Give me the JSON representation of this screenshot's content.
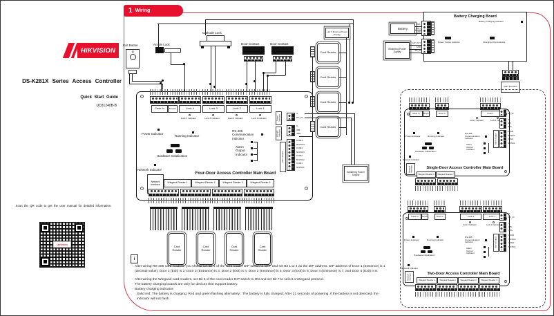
{
  "colors": {
    "accent_red": "#e8112d",
    "border_red": "#d04050"
  },
  "cover": {
    "brand": "HIKVISION",
    "title": "DS-K281X Series Access Controller",
    "subtitle": "Quick Start Guide",
    "doc_code": "UD31240B-B",
    "qr_caption": "Scan the QR code to get the user manual for detailed information."
  },
  "section": {
    "number": "1",
    "title": "Wiring"
  },
  "devices": {
    "exit_button": "Exit Button",
    "anode_lock": "Anode Lock",
    "cathode_lock": "Cathode Lock",
    "door_contact": "Door Contact",
    "ext_power_supply": "+12 V External Power Supply",
    "card_reader": "Card Reader",
    "switching_power_supply": "Switching Power Supply",
    "battery": "Battery",
    "main_interface": "Main Interface"
  },
  "blocks": {
    "case_in": "Case In",
    "tamper": "Tamper",
    "door_in": "Door In",
    "lock1": "Lock 1",
    "lock2": "Lock 2",
    "lock3": "Lock 3",
    "lock4": "Lock 4"
  },
  "board": {
    "power": "Power Indicator",
    "running": "Running Indicator",
    "hw": "Hardware Initialization",
    "rs485": "RS-485 Communication Indicator",
    "alarm": "Alarm Output Indicator",
    "network": "Network Indicator",
    "net_if": "Network Interface",
    "alarm_out": "Alarm Output",
    "rs485_if": "RS-485 Interface",
    "power_if": "Power Interface"
  },
  "four_door": {
    "title": "Four-Door Access Controller Main Board",
    "lock_indicators": [
      "Lock 4 Indicator",
      "Lock 3 Indicator",
      "Lock 2 Indicator",
      "Lock 1 Indicator"
    ]
  },
  "single_door": {
    "title": "Single-Door Access Controller Main Board"
  },
  "two_door": {
    "title": "Two-Door Access Controller Main Board"
  },
  "lock_ind_2": [
    "Lock 2 Indicator",
    "Lock 1 Indicator"
  ],
  "wiegand": [
    "Wiegand Reader 1",
    "Wiegand Reader 2",
    "Wiegand Reader 3",
    "Wiegand Reader 4"
  ],
  "battery_board": {
    "title": "Battery Charging Board",
    "charging_indicator": "Battery Charging Indicator",
    "power_output_indicator": "Power Output Indicator",
    "chip_indicator": "Charging Chip Indicator"
  },
  "pins": {
    "g": "G",
    "dc_in": "DC_IN",
    "n485": "485-",
    "p485": "485+",
    "com4": "COM4",
    "nonc4": "NO/NC4",
    "com3": "COM3",
    "nonc3": "NO/NC3",
    "com2": "COM2",
    "nonc2": "NO/NC2",
    "com1": "COM1",
    "nonc1": "NO/NC1",
    "batn": "BAT-",
    "batp": "BAT+",
    "gnd": "GND",
    "v12out": "12V_OUT"
  },
  "notes": {
    "items": [
      "After wiring RS-485 card readers, you should set Bit 6 of the card reader DIP switch to OFF and set Bit 1 to 4 as the DIP address. DIP address of Door 1 (Entrance) is 1 (decimal value), Door 1 (Exit) is 2, Door 2 (Entrance) is 3, Door 2 (Exit) is 4, Door 3 (Entrance) is 5, Door 3 (Exit) is 6, Door 4 (Entrance) is 7, and Door 4 (Exit) is 8.",
      "After wiring the Wiegand card readers, set Bit 6 of the card reader DIP switch to ON and set Bit 7 to select a Wiegand protocol.",
      "The battery charging boards are only for devices that support battery.",
      "Battery charging indicator:"
    ],
    "detail": "Solid red: The battery is charging; Red and green flashing alternately : The battery is fully charged; After 21 seconds of powering, if the battery is not detected, the indicator will not flash."
  }
}
